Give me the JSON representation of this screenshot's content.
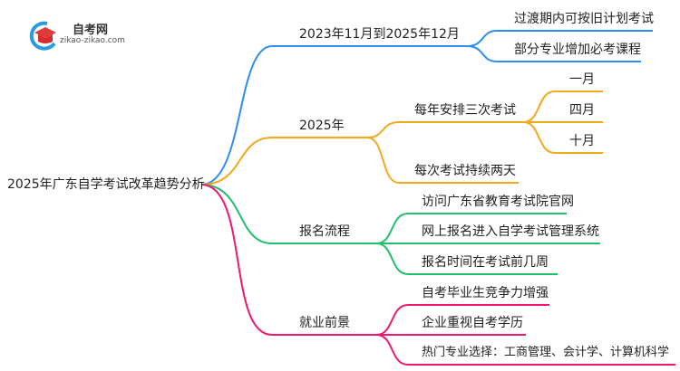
{
  "logo": {
    "title": "自考网",
    "url": "zikao-zikao.com"
  },
  "root": "2025年广东自学考试改革趋势分析",
  "colors": {
    "blue": "#2f8cf0",
    "orange": "#f5a81c",
    "green": "#20bf6b",
    "pink": "#f0176e"
  },
  "branches": [
    {
      "label": "2023年11月到2025年12月",
      "children": [
        {
          "label": "过渡期内可按旧计划考试"
        },
        {
          "label": "部分专业增加必考课程"
        }
      ]
    },
    {
      "label": "2025年",
      "children": [
        {
          "label": "每年安排三次考试",
          "children": [
            {
              "label": "一月"
            },
            {
              "label": "四月"
            },
            {
              "label": "十月"
            }
          ]
        },
        {
          "label": "每次考试持续两天"
        }
      ]
    },
    {
      "label": "报名流程",
      "children": [
        {
          "label": "访问广东省教育考试院官网"
        },
        {
          "label": "网上报名进入自学考试管理系统"
        },
        {
          "label": "报名时间在考试前几周"
        }
      ]
    },
    {
      "label": "就业前景",
      "children": [
        {
          "label": "自考毕业生竞争力增强"
        },
        {
          "label": "企业重视自考学历"
        },
        {
          "label": "热门专业选择：工商管理、会计学、计算机科学"
        }
      ]
    }
  ]
}
